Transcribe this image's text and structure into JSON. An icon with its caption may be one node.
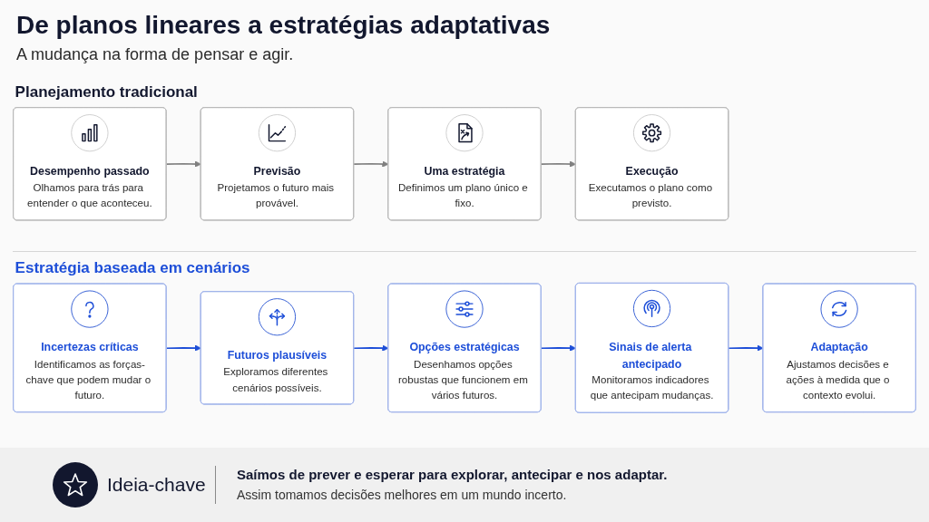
{
  "diagram": {
    "title": "De planos lineares a estratégias adaptativas",
    "nodes": [
      {
        "text": [
          "Desempenho passado",
          "Olhamos para trás para entender o que aconteceu."
        ]
      },
      {
        "text": [
          "Previsão",
          "Projetamos o futuro mais provável."
        ]
      },
      {
        "text": [
          "Uma estratégia",
          "Definimos um plano único e fixo."
        ]
      },
      {
        "text": [
          "Execução",
          "Executamos o plano como previsto."
        ]
      },
      {
        "text": [
          "Incertezas críticas",
          "Identificamos as forças-chave que podem mudar o futuro."
        ]
      },
      {
        "text": [
          "Futuros plausíveis",
          "Exploramos diferentes cenários possíveis."
        ]
      },
      {
        "text": [
          "Opções estratégicas",
          "Desenhamos opções robustas que funcionem em vários futuros."
        ]
      },
      {
        "text": [
          "Sinais de alerta antecipado",
          "Monitoramos indicadores que antecipam mudanças."
        ]
      },
      {
        "text": [
          "Adaptação",
          "Ajustamos decisões e ações à medida que o contexto evolui."
        ]
      }
    ],
    "edges": [
      {
        "from": 0,
        "to": 1,
        "arrow": "to",
        "color": "#808080"
      },
      {
        "from": 1,
        "to": 2,
        "arrow": "to",
        "color": "#808080"
      },
      {
        "from": 2,
        "to": 3,
        "arrow": "to",
        "color": "#808080"
      },
      {
        "from": 4,
        "to": 5,
        "arrow": "to"
      },
      {
        "from": 5,
        "to": 6,
        "arrow": "to"
      },
      {
        "from": 6,
        "to": 7,
        "arrow": "to"
      },
      {
        "from": 7,
        "to": 8,
        "arrow": "to"
      }
    ],
    "labels": [
      "A mudança na forma de pensar e agir.",
      "Planejamento tradicional",
      "Estratégia baseada em cenários",
      "Ideia-chave",
      "Saímos de prever e esperar para explorar, antecipar e nos adaptar.",
      "Assim tomamos decisões melhores em um mundo incerto."
    ]
  }
}
